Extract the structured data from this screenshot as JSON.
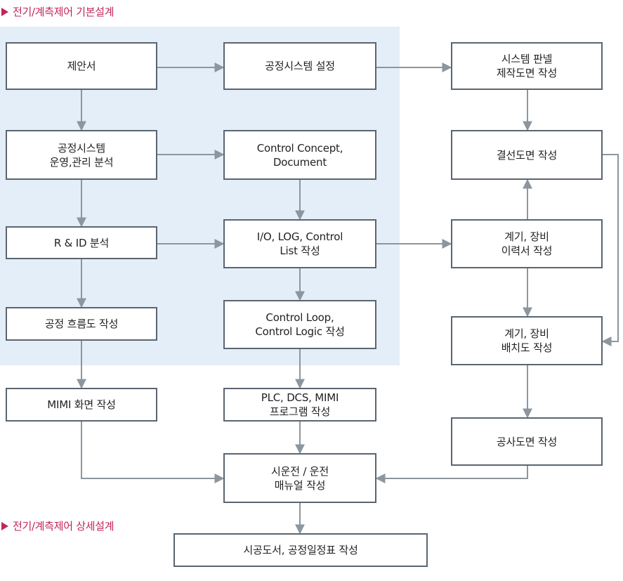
{
  "headings": {
    "basic": "전기/계측제어 기본설계",
    "detail": "전기/계측제어 상세설계"
  },
  "boxes": {
    "proposal": "제안서",
    "process_system_setup": "공정시스템 설정",
    "panel_drawing": "시스템 판넬\n제작도면 작성",
    "ops_analysis": "공정시스템\n운영,관리 분석",
    "control_concept": "Control Concept,\nDocument",
    "wiring_drawing": "결선도면 작성",
    "rid_analysis": "R & ID 분석",
    "io_list": "I/O, LOG, Control\nList 작성",
    "equipment_history": "계기, 장비\n이력서 작성",
    "process_flow": "공정 흐름도 작성",
    "control_loop": "Control Loop,\nControl Logic 작성",
    "equipment_layout": "계기, 장비\n배치도 작성",
    "mimi_screen": "MIMI 화면 작성",
    "plc_program": "PLC, DCS, MIMI\n프로그램 작성",
    "construction_drawing": "공사도면 작성",
    "manual": "시운전 / 운전\n매뉴얼 작성",
    "final": "시공도서, 공정일정표 작성"
  },
  "colors": {
    "heading": "#c2255c",
    "panel": "#e3eef8",
    "border": "#5a6570",
    "arrow": "#8c969f"
  }
}
